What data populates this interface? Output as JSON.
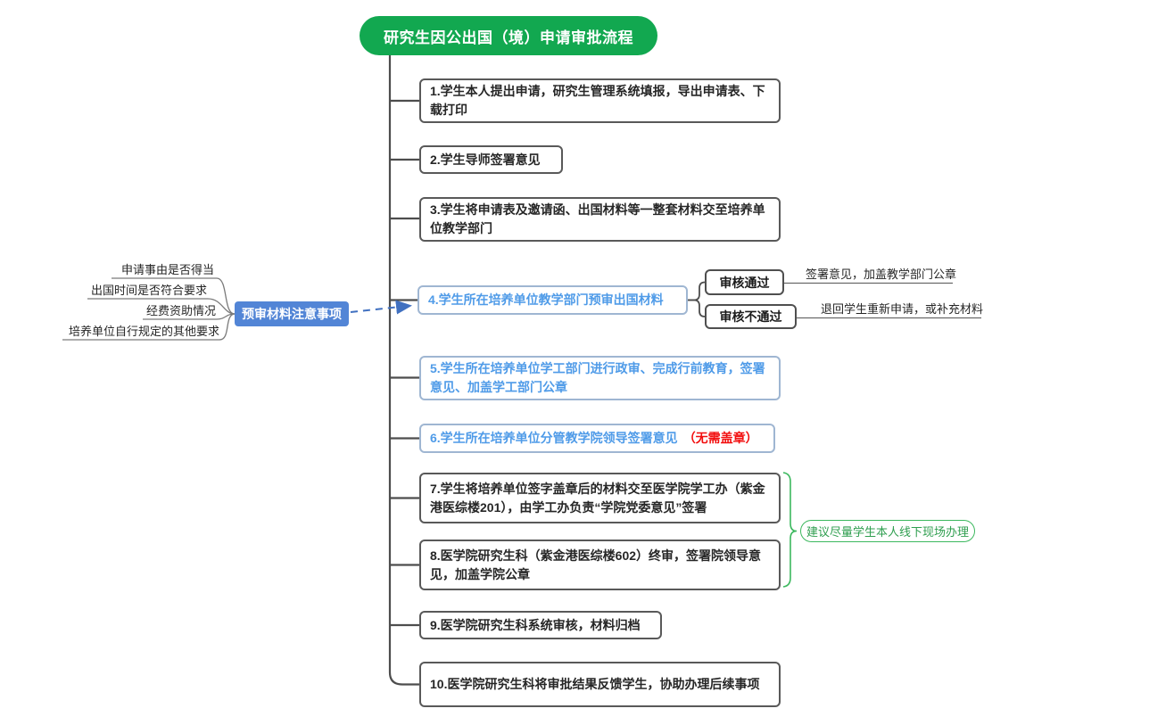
{
  "title": "研究生因公出国（境）申请审批流程",
  "colors": {
    "title_green": "#12a850",
    "advice_green": "#3cb85e",
    "precheck_blue_bg": "#5285d6",
    "step_blue_text": "#4f9be8",
    "step_blue_border": "#9fb6d2",
    "warn_red": "#f20d0d",
    "trunk_gray": "#4d4d4d",
    "thin_line_gray": "#7a7a7a"
  },
  "steps": [
    {
      "text": "1.学生本人提出申请，研究生管理系统填报，导出申请表、下载打印"
    },
    {
      "text": "2.学生导师签署意见"
    },
    {
      "text": "3.学生将申请表及邀请函、出国材料等一整套材料交至培养单位教学部门"
    },
    {
      "text": "4.学生所在培养单位教学部门预审出国材料"
    },
    {
      "text": "5.学生所在培养单位学工部门进行政审、完成行前教育，签署意见、加盖学工部门公章"
    },
    {
      "text": "6.学生所在培养单位分管教学院领导签署意见",
      "suffix": "（无需盖章）"
    },
    {
      "text": "7.学生将培养单位签字盖章后的材料交至医学院学工办（紫金港医综楼201），由学工办负责“学院党委意见”签署"
    },
    {
      "text": "8.医学院研究生科（紫金港医综楼602）终审，签署院领导意见，加盖学院公章"
    },
    {
      "text": "9.医学院研究生科系统审核，材料归档"
    },
    {
      "text": "10.医学院研究生科将审批结果反馈学生，协助办理后续事项"
    }
  ],
  "review": {
    "pass": {
      "label": "审核通过",
      "note": "签署意见，加盖教学部门公章"
    },
    "fail": {
      "label": "审核不通过",
      "note": "退回学生重新申请，或补充材料"
    }
  },
  "precheck": {
    "label": "预审材料注意事项",
    "items": [
      "申请事由是否得当",
      "出国时间是否符合要求",
      "经费资助情况",
      "培养单位自行规定的其他要求"
    ]
  },
  "advice": "建议尽量学生本人线下现场办理"
}
